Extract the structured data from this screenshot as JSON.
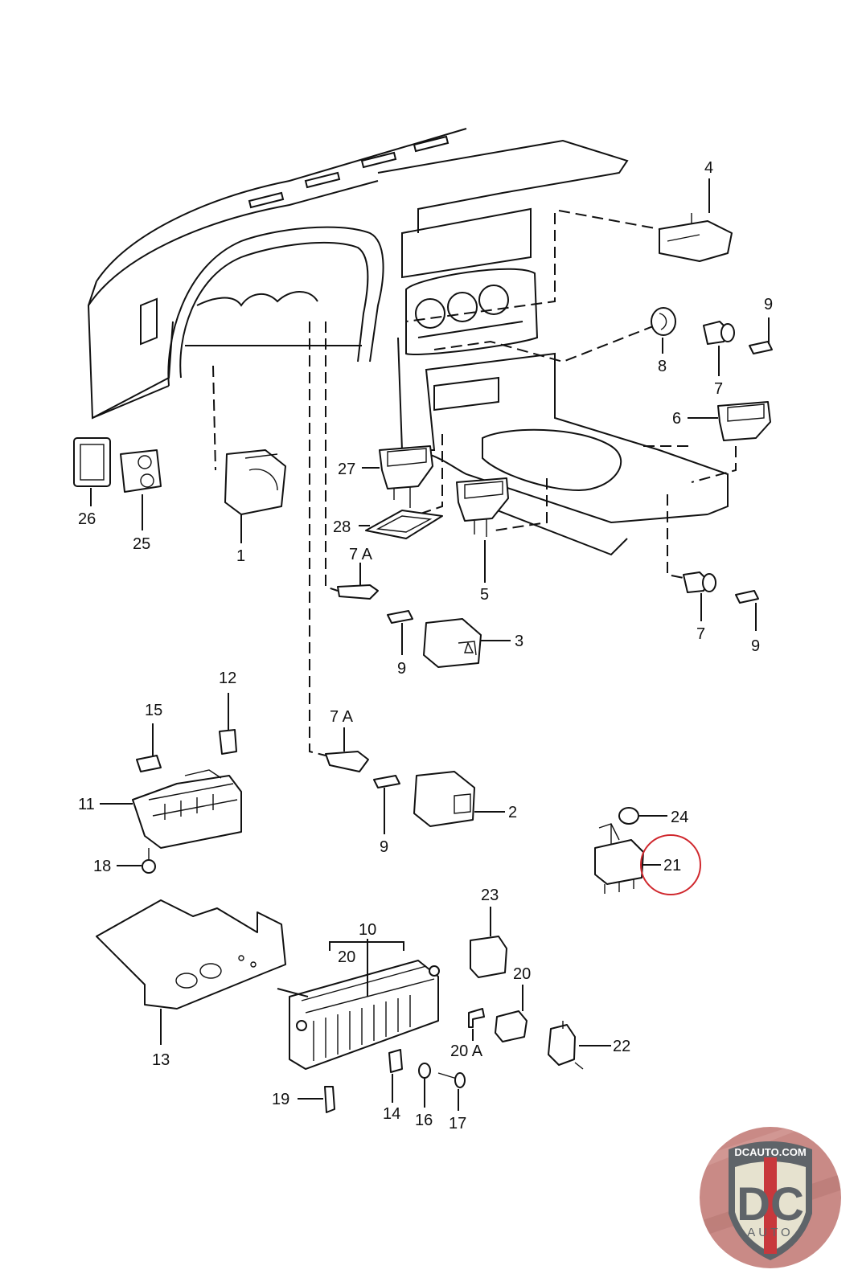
{
  "diagram": {
    "title": "Dashboard switches, relays and fuse box — exploded parts view",
    "highlight_color": "#d0282e",
    "highlighted_part": "21",
    "callouts": [
      {
        "id": "1",
        "label": "1"
      },
      {
        "id": "2",
        "label": "2"
      },
      {
        "id": "3",
        "label": "3"
      },
      {
        "id": "4",
        "label": "4"
      },
      {
        "id": "5",
        "label": "5"
      },
      {
        "id": "6",
        "label": "6"
      },
      {
        "id": "7-top",
        "label": "7"
      },
      {
        "id": "7-bottom",
        "label": "7"
      },
      {
        "id": "7A-top",
        "label": "7 A"
      },
      {
        "id": "7A-bottom",
        "label": "7 A"
      },
      {
        "id": "8",
        "label": "8"
      },
      {
        "id": "9-top",
        "label": "9"
      },
      {
        "id": "9-right",
        "label": "9"
      },
      {
        "id": "9-mid",
        "label": "9"
      },
      {
        "id": "9-low",
        "label": "9"
      },
      {
        "id": "10",
        "label": "10"
      },
      {
        "id": "11",
        "label": "11"
      },
      {
        "id": "12",
        "label": "12"
      },
      {
        "id": "13",
        "label": "13"
      },
      {
        "id": "14",
        "label": "14"
      },
      {
        "id": "15",
        "label": "15"
      },
      {
        "id": "16",
        "label": "16"
      },
      {
        "id": "17",
        "label": "17"
      },
      {
        "id": "18",
        "label": "18"
      },
      {
        "id": "19",
        "label": "19"
      },
      {
        "id": "20-bracket",
        "label": "20"
      },
      {
        "id": "20-relay",
        "label": "20"
      },
      {
        "id": "20A",
        "label": "20 A"
      },
      {
        "id": "21",
        "label": "21"
      },
      {
        "id": "22",
        "label": "22"
      },
      {
        "id": "23",
        "label": "23"
      },
      {
        "id": "24",
        "label": "24"
      },
      {
        "id": "25",
        "label": "25"
      },
      {
        "id": "26",
        "label": "26"
      },
      {
        "id": "27",
        "label": "27"
      },
      {
        "id": "28",
        "label": "28"
      }
    ]
  },
  "logo": {
    "top_text": "DCAUTO.COM",
    "main_text": "DC",
    "sub_text": "AUTO",
    "colors": {
      "shield_dark": "#5f6469",
      "shield_light": "#e6e2cf",
      "stripe": "#c8383c",
      "background": "#c98a86"
    }
  }
}
